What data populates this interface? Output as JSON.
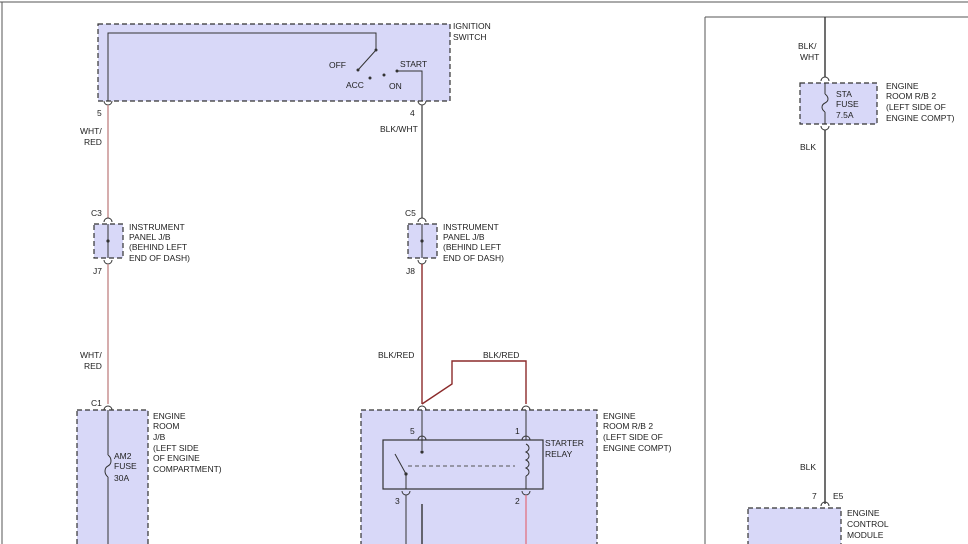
{
  "colors": {
    "box_fill": "#d8d8f8",
    "wire_wht_red": "#c48a8a",
    "wire_blk_wht": "#555555",
    "wire_blk_red": "#8b2a2a",
    "wire_pink": "#e07a8a",
    "wire_black": "#333333"
  },
  "ignition_switch": {
    "title_l1": "IGNITION",
    "title_l2": "SWITCH",
    "off": "OFF",
    "acc": "ACC",
    "on": "ON",
    "start": "START",
    "pin_left": "5",
    "pin_right": "4"
  },
  "wires": {
    "left_upper_l1": "WHT/",
    "left_upper_l2": "RED",
    "left_lower_l1": "WHT/",
    "left_lower_l2": "RED",
    "center_upper": "BLK/WHT",
    "center_lower": "BLK/RED",
    "center_branch": "BLK/RED",
    "right_top_l1": "BLK/",
    "right_top_l2": "WHT",
    "right_mid": "BLK",
    "right_low": "BLK"
  },
  "jb_left": {
    "conn_top": "C3",
    "conn_bottom": "J7",
    "l1": "INSTRUMENT",
    "l2": "PANEL J/B",
    "l3": "(BEHIND LEFT",
    "l4": "END OF DASH)"
  },
  "jb_center": {
    "conn_top": "C5",
    "conn_bottom": "J8",
    "l1": "INSTRUMENT",
    "l2": "PANEL J/B",
    "l3": "(BEHIND LEFT",
    "l4": "END OF DASH)"
  },
  "engine_room_jb": {
    "conn": "C1",
    "fuse_l1": "AM2",
    "fuse_l2": "FUSE",
    "fuse_l3": "30A",
    "l1": "ENGINE",
    "l2": "ROOM",
    "l3": "J/B",
    "l4": "(LEFT SIDE",
    "l5": "OF ENGINE",
    "l6": "COMPARTMENT)"
  },
  "starter_rb": {
    "l1": "ENGINE",
    "l2": "ROOM R/B 2",
    "l3": "(LEFT SIDE OF",
    "l4": "ENGINE COMPT)",
    "relay_l1": "STARTER",
    "relay_l2": "RELAY",
    "pin5": "5",
    "pin1": "1",
    "pin3": "3",
    "pin2": "2"
  },
  "sta_fuse": {
    "fuse_l1": "STA",
    "fuse_l2": "FUSE",
    "fuse_l3": "7.5A",
    "l1": "ENGINE",
    "l2": "ROOM R/B 2",
    "l3": "(LEFT SIDE OF",
    "l4": "ENGINE COMPT)"
  },
  "ecm": {
    "pin": "7",
    "conn": "E5",
    "l1": "ENGINE",
    "l2": "CONTROL",
    "l3": "MODULE"
  }
}
